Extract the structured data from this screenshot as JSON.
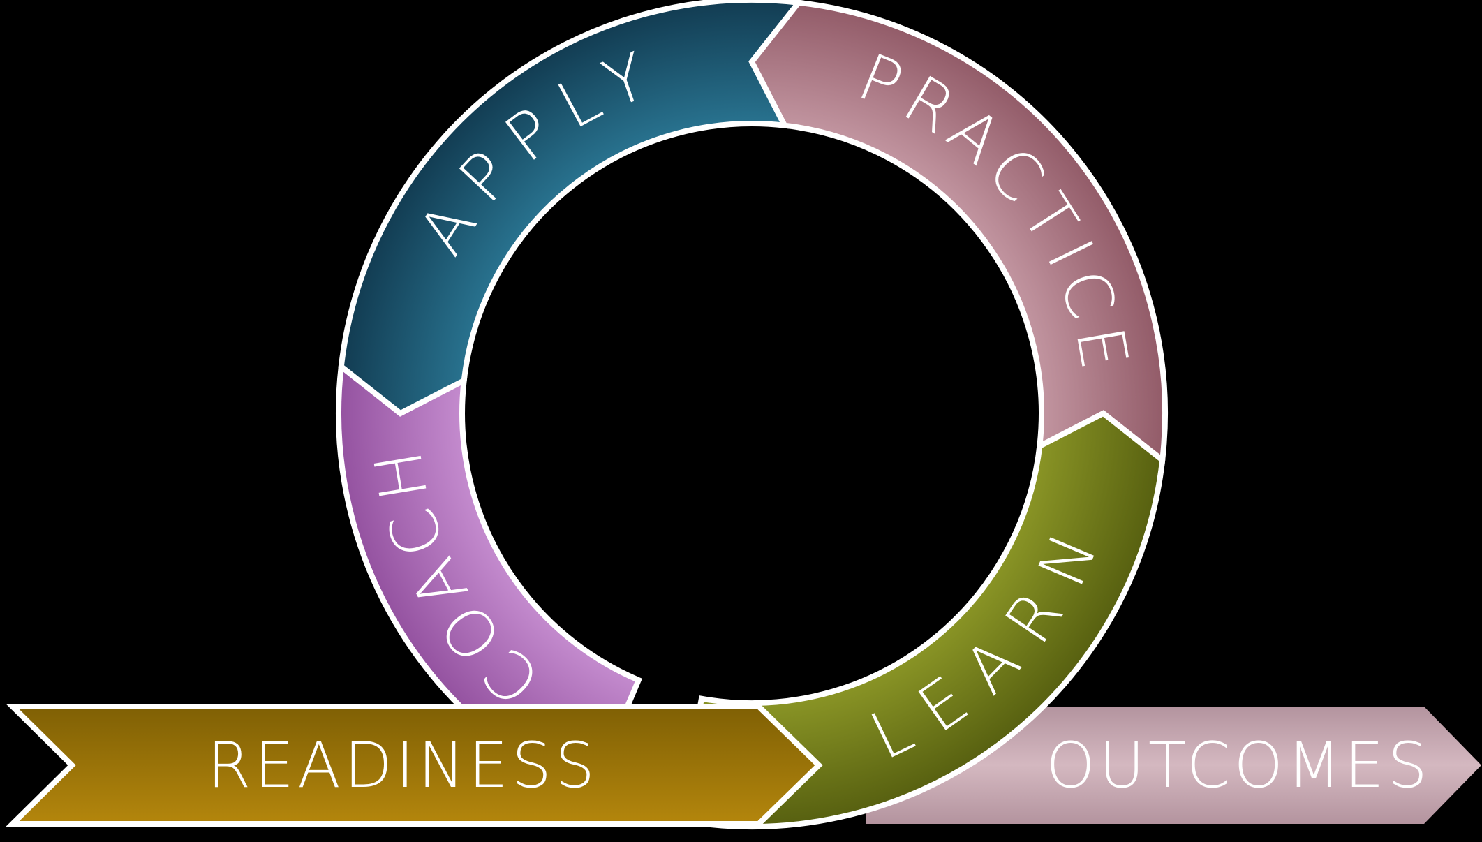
{
  "diagram": {
    "background_color": "#000000",
    "text_color": "#ffffff",
    "outline_color": "#ffffff",
    "ring": {
      "segments": [
        {
          "id": "coach",
          "label": "COACH",
          "inner_color": "#c78fd1",
          "outer_color": "#9452a0"
        },
        {
          "id": "apply",
          "label": "APPLY",
          "inner_color": "#2a7693",
          "outer_color": "#123c52"
        },
        {
          "id": "practice",
          "label": "PRACTICE",
          "inner_color": "#c599a4",
          "outer_color": "#925b68"
        },
        {
          "id": "learn",
          "label": "LEARN",
          "inner_color": "#8d9827",
          "outer_color": "#576010"
        }
      ]
    },
    "banners": [
      {
        "id": "readiness",
        "label": "READINESS",
        "top_color": "#7e5f04",
        "bottom_color": "#b5870d",
        "outlined": true
      },
      {
        "id": "outcomes",
        "label": "OUTCOMES",
        "edge_color": "#b2929d",
        "center_color": "#d4b8c0",
        "outlined": false
      }
    ]
  }
}
